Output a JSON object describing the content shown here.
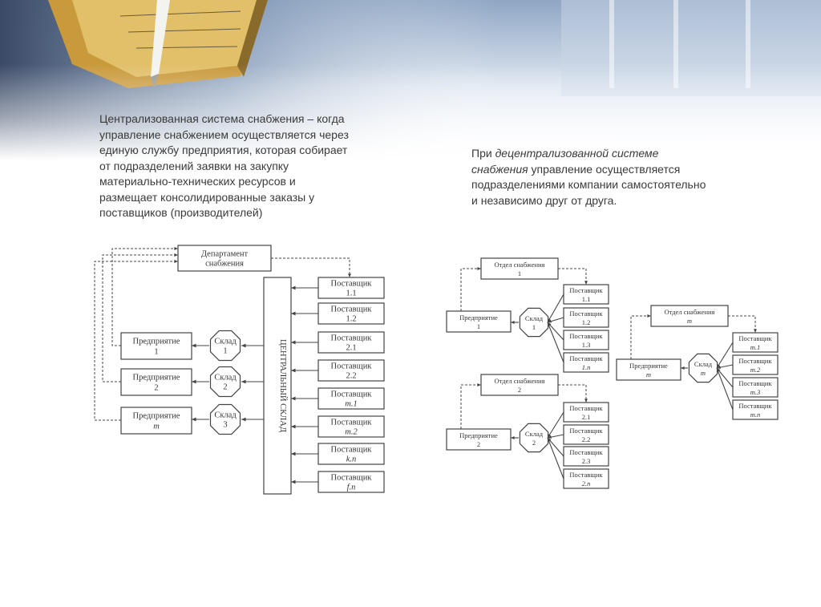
{
  "left_text": "Централизованная система снабжения – когда управление снабжением осуществляется через единую службу предприятия, которая собирает от подразделений заявки на закупку материально-технических ресурсов и размещает консолидированные заказы у поставщиков (производителей)",
  "right_text": {
    "prefix": "При ",
    "italic": "децентрализованной системе снабжения",
    "suffix": " управление осуществляется подразделениями компании самостоятельно и независимо друг от друга."
  },
  "centralized": {
    "department": [
      "Департамент",
      "снабжения"
    ],
    "central_warehouse": "ЦЕНТРАЛЬНЫЙ СКЛАД",
    "suppliers": [
      [
        "Поставщик",
        "1.1"
      ],
      [
        "Поставщик",
        "1.2"
      ],
      [
        "Поставщик",
        "2.1"
      ],
      [
        "Поставщик",
        "2.2"
      ],
      [
        "Поставщик",
        "m.1"
      ],
      [
        "Поставщик",
        "m.2"
      ],
      [
        "Поставщик",
        "k.n"
      ],
      [
        "Поставщик",
        "f.n"
      ]
    ],
    "warehouses": [
      [
        "Склад",
        "1"
      ],
      [
        "Склад",
        "2"
      ],
      [
        "Склад",
        "3"
      ]
    ],
    "enterprises": [
      [
        "Предприятие",
        "1"
      ],
      [
        "Предприятие",
        "2"
      ],
      [
        "Предприятие",
        "m"
      ]
    ]
  },
  "decentralized": {
    "groups": [
      {
        "department": [
          "Отдел снабжения",
          "1"
        ],
        "enterprise": [
          "Предприятие",
          "1"
        ],
        "warehouse": [
          "Склад",
          "1"
        ],
        "suppliers": [
          [
            "Поставщик",
            "1.1"
          ],
          [
            "Поставщик",
            "1.2"
          ],
          [
            "Поставщик",
            "1.3"
          ],
          [
            "Поставщик",
            "1.n"
          ]
        ]
      },
      {
        "department": [
          "Отдел снабжения",
          "2"
        ],
        "enterprise": [
          "Предприятие",
          "2"
        ],
        "warehouse": [
          "Склад",
          "2"
        ],
        "suppliers": [
          [
            "Поставщик",
            "2.1"
          ],
          [
            "Поставщик",
            "2.2"
          ],
          [
            "Поставщик",
            "2.3"
          ],
          [
            "Поставщик",
            "2.n"
          ]
        ]
      },
      {
        "department": [
          "Отдел снабжения",
          "m"
        ],
        "enterprise": [
          "Предприятие",
          "m"
        ],
        "warehouse": [
          "Склад",
          "m"
        ],
        "suppliers": [
          [
            "Поставщик",
            "m.1"
          ],
          [
            "Поставщик",
            "m.2"
          ],
          [
            "Поставщик",
            "m.3"
          ],
          [
            "Поставщик",
            "m.n"
          ]
        ]
      }
    ]
  }
}
